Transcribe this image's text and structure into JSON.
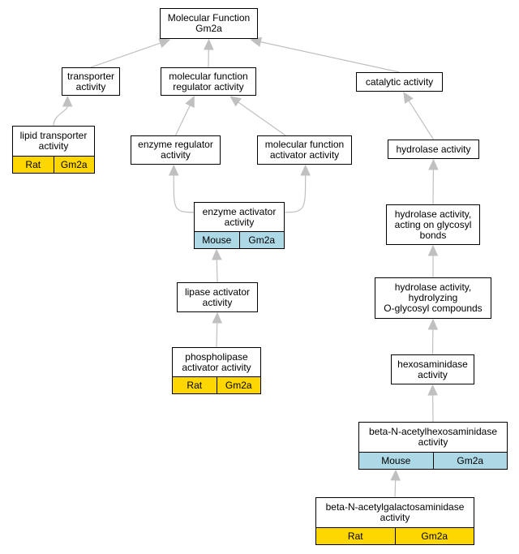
{
  "nodes": {
    "mf_root": {
      "label": "Molecular Function\nGm2a"
    },
    "transporter": {
      "label": "transporter\nactivity"
    },
    "mf_regulator": {
      "label": "molecular function\nregulator activity"
    },
    "catalytic": {
      "label": "catalytic activity"
    },
    "lipid_transp": {
      "label": "lipid transporter\nactivity",
      "species": "Rat",
      "gene": "Gm2a"
    },
    "enzyme_reg": {
      "label": "enzyme regulator\nactivity"
    },
    "mf_activator": {
      "label": "molecular function\nactivator activity"
    },
    "hydrolase": {
      "label": "hydrolase activity"
    },
    "enzyme_act": {
      "label": "enzyme activator\nactivity",
      "species": "Mouse",
      "gene": "Gm2a"
    },
    "hydro_glyc": {
      "label": "hydrolase activity,\nacting on glycosyl\nbonds"
    },
    "lipase_act": {
      "label": "lipase activator\nactivity"
    },
    "hydro_oglyc": {
      "label": "hydrolase activity,\nhydrolyzing\nO-glycosyl compounds"
    },
    "phospholipase": {
      "label": "phospholipase\nactivator activity",
      "species": "Rat",
      "gene": "Gm2a"
    },
    "hexosaminidase": {
      "label": "hexosaminidase\nactivity"
    },
    "beta_hex": {
      "label": "beta-N-acetylhexosaminidase\nactivity",
      "species": "Mouse",
      "gene": "Gm2a"
    },
    "beta_gal": {
      "label": "beta-N-acetylgalactosaminidase\nactivity",
      "species": "Rat",
      "gene": "Gm2a"
    }
  },
  "edges": [
    [
      "transporter",
      "mf_root"
    ],
    [
      "mf_regulator",
      "mf_root"
    ],
    [
      "catalytic",
      "mf_root"
    ],
    [
      "lipid_transp",
      "transporter"
    ],
    [
      "enzyme_reg",
      "mf_regulator"
    ],
    [
      "mf_activator",
      "mf_regulator"
    ],
    [
      "hydrolase",
      "catalytic"
    ],
    [
      "enzyme_act",
      "enzyme_reg"
    ],
    [
      "enzyme_act",
      "mf_activator"
    ],
    [
      "hydro_glyc",
      "hydrolase"
    ],
    [
      "lipase_act",
      "enzyme_act"
    ],
    [
      "hydro_oglyc",
      "hydro_glyc"
    ],
    [
      "phospholipase",
      "lipase_act"
    ],
    [
      "hexosaminidase",
      "hydro_oglyc"
    ],
    [
      "beta_hex",
      "hexosaminidase"
    ],
    [
      "beta_gal",
      "beta_hex"
    ]
  ],
  "colors": {
    "rat": "#FFD700",
    "mouse": "#ADD8E6",
    "edge": "#C0C0C0"
  }
}
